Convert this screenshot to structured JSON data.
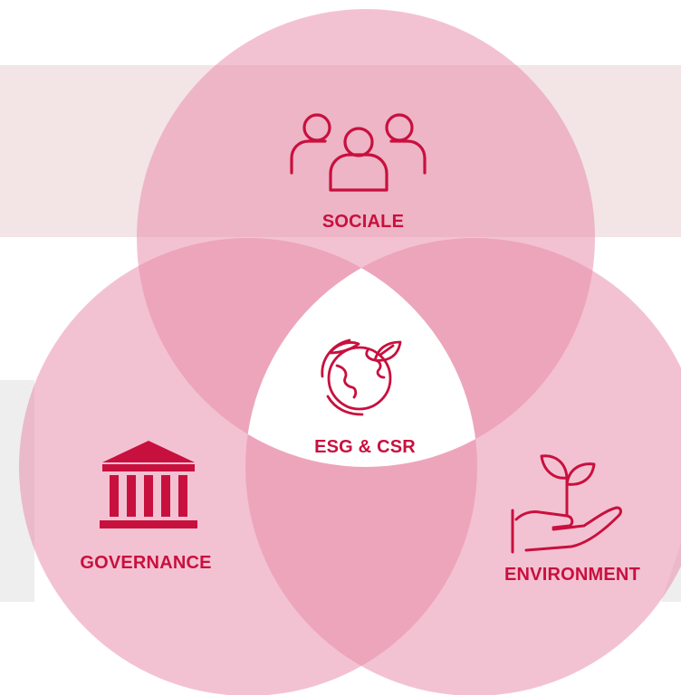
{
  "diagram": {
    "center": {
      "label": "ESG & CSR",
      "icon": "globe-leaves-icon"
    },
    "circles": [
      {
        "id": "sociale",
        "label": "SOCIALE",
        "icon": "people-group-icon"
      },
      {
        "id": "governance",
        "label": "GOVERNANCE",
        "icon": "institution-building-icon"
      },
      {
        "id": "environment",
        "label": "ENVIRONMENT",
        "icon": "hand-sprout-icon"
      }
    ]
  },
  "colors": {
    "accent": "#c8103e",
    "circle_fill": "#e88aa8",
    "band": "#f3e4e5",
    "side_panel": "#eeeeee",
    "center_fill": "#ffffff"
  }
}
